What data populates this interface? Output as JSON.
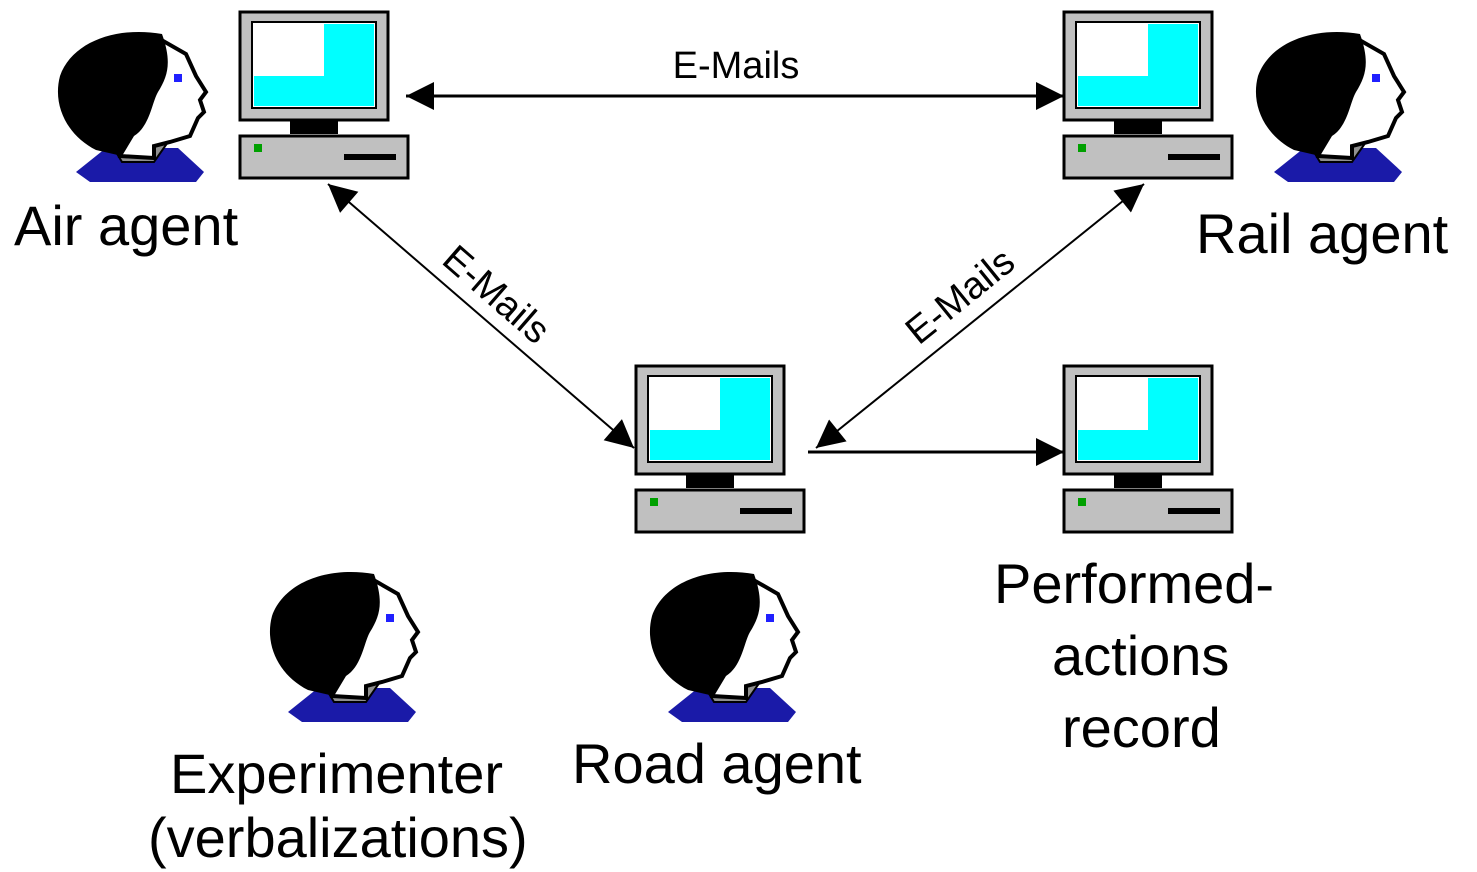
{
  "nodes": {
    "air": {
      "label": "Air agent"
    },
    "rail": {
      "label": "Rail agent"
    },
    "road": {
      "label": "Road agent"
    },
    "experimenter": {
      "line1": "Experimenter",
      "line2": "(verbalizations)"
    },
    "record": {
      "line1": "Performed-",
      "line2": "actions",
      "line3": "record"
    }
  },
  "edges": {
    "air_rail": "E-Mails",
    "air_road": "E-Mails",
    "rail_road": "E-Mails"
  },
  "icons": {
    "person": "person-icon",
    "computer": "computer-icon"
  },
  "colors": {
    "screen": "#00ffff",
    "collar": "#1a1aa8",
    "eye": "#2020ff",
    "case": "#c0c0c0",
    "led": "#00a000"
  }
}
